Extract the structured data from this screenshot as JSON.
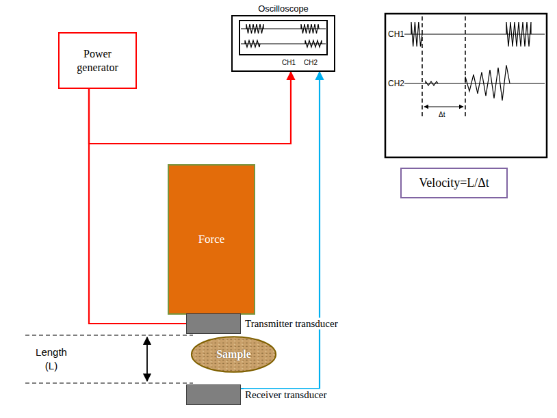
{
  "diagram": {
    "nodes": [
      {
        "text": [
          "Power generator"
        ]
      },
      {
        "text": [
          "Oscilloscope",
          "CH1",
          "CH2"
        ]
      },
      {
        "text": [
          "Force"
        ]
      },
      {
        "text": [
          "Transmitter transducer"
        ]
      },
      {
        "text": [
          "Sample"
        ]
      },
      {
        "text": [
          "Receiver transducer"
        ]
      },
      {
        "text": [
          "Velocity=L/Δt"
        ]
      }
    ],
    "edges": [
      {
        "from": 0,
        "to": 1,
        "arrow": "to"
      },
      {
        "from": 0,
        "to": 3,
        "arrow": "none"
      },
      {
        "from": 5,
        "to": 1,
        "arrow": "to"
      }
    ],
    "labels": [
      "Length (L)",
      "CH1",
      "CH2",
      "Δt"
    ]
  }
}
